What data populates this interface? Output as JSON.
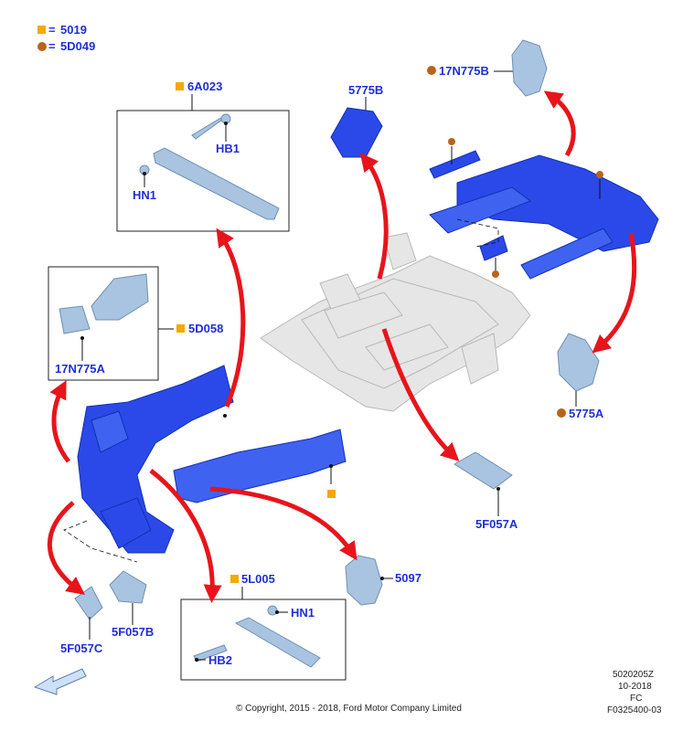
{
  "legend": {
    "square_marker": "5019",
    "circle_marker": "5D049",
    "equals_sign": "=",
    "square_color": "#f5a800",
    "circle_color": "#b8651b"
  },
  "labels": {
    "top_part_6A023": "6A023",
    "hb1": "HB1",
    "hn1_top": "HN1",
    "p5775B": "5775B",
    "p17N775B": "17N775B",
    "p5D058": "5D058",
    "p17N775A": "17N775A",
    "p5775A": "5775A",
    "p5F057A": "5F057A",
    "p5097": "5097",
    "p5L005": "5L005",
    "hn1_bottom": "HN1",
    "hb2": "HB2",
    "p5F057B": "5F057B",
    "p5F057C": "5F057C"
  },
  "footer": {
    "code": "5020205Z",
    "date": "10-2018",
    "region": "FC",
    "ref": "F0325400-03",
    "copyright": "© Copyright, 2015 - 2018, Ford Motor Company Limited"
  },
  "colors": {
    "part_blue": "#2a49e8",
    "arrow_red": "#e8141b",
    "frame_grey": "#e6e6e6",
    "label_blue": "#1f2fd6"
  }
}
